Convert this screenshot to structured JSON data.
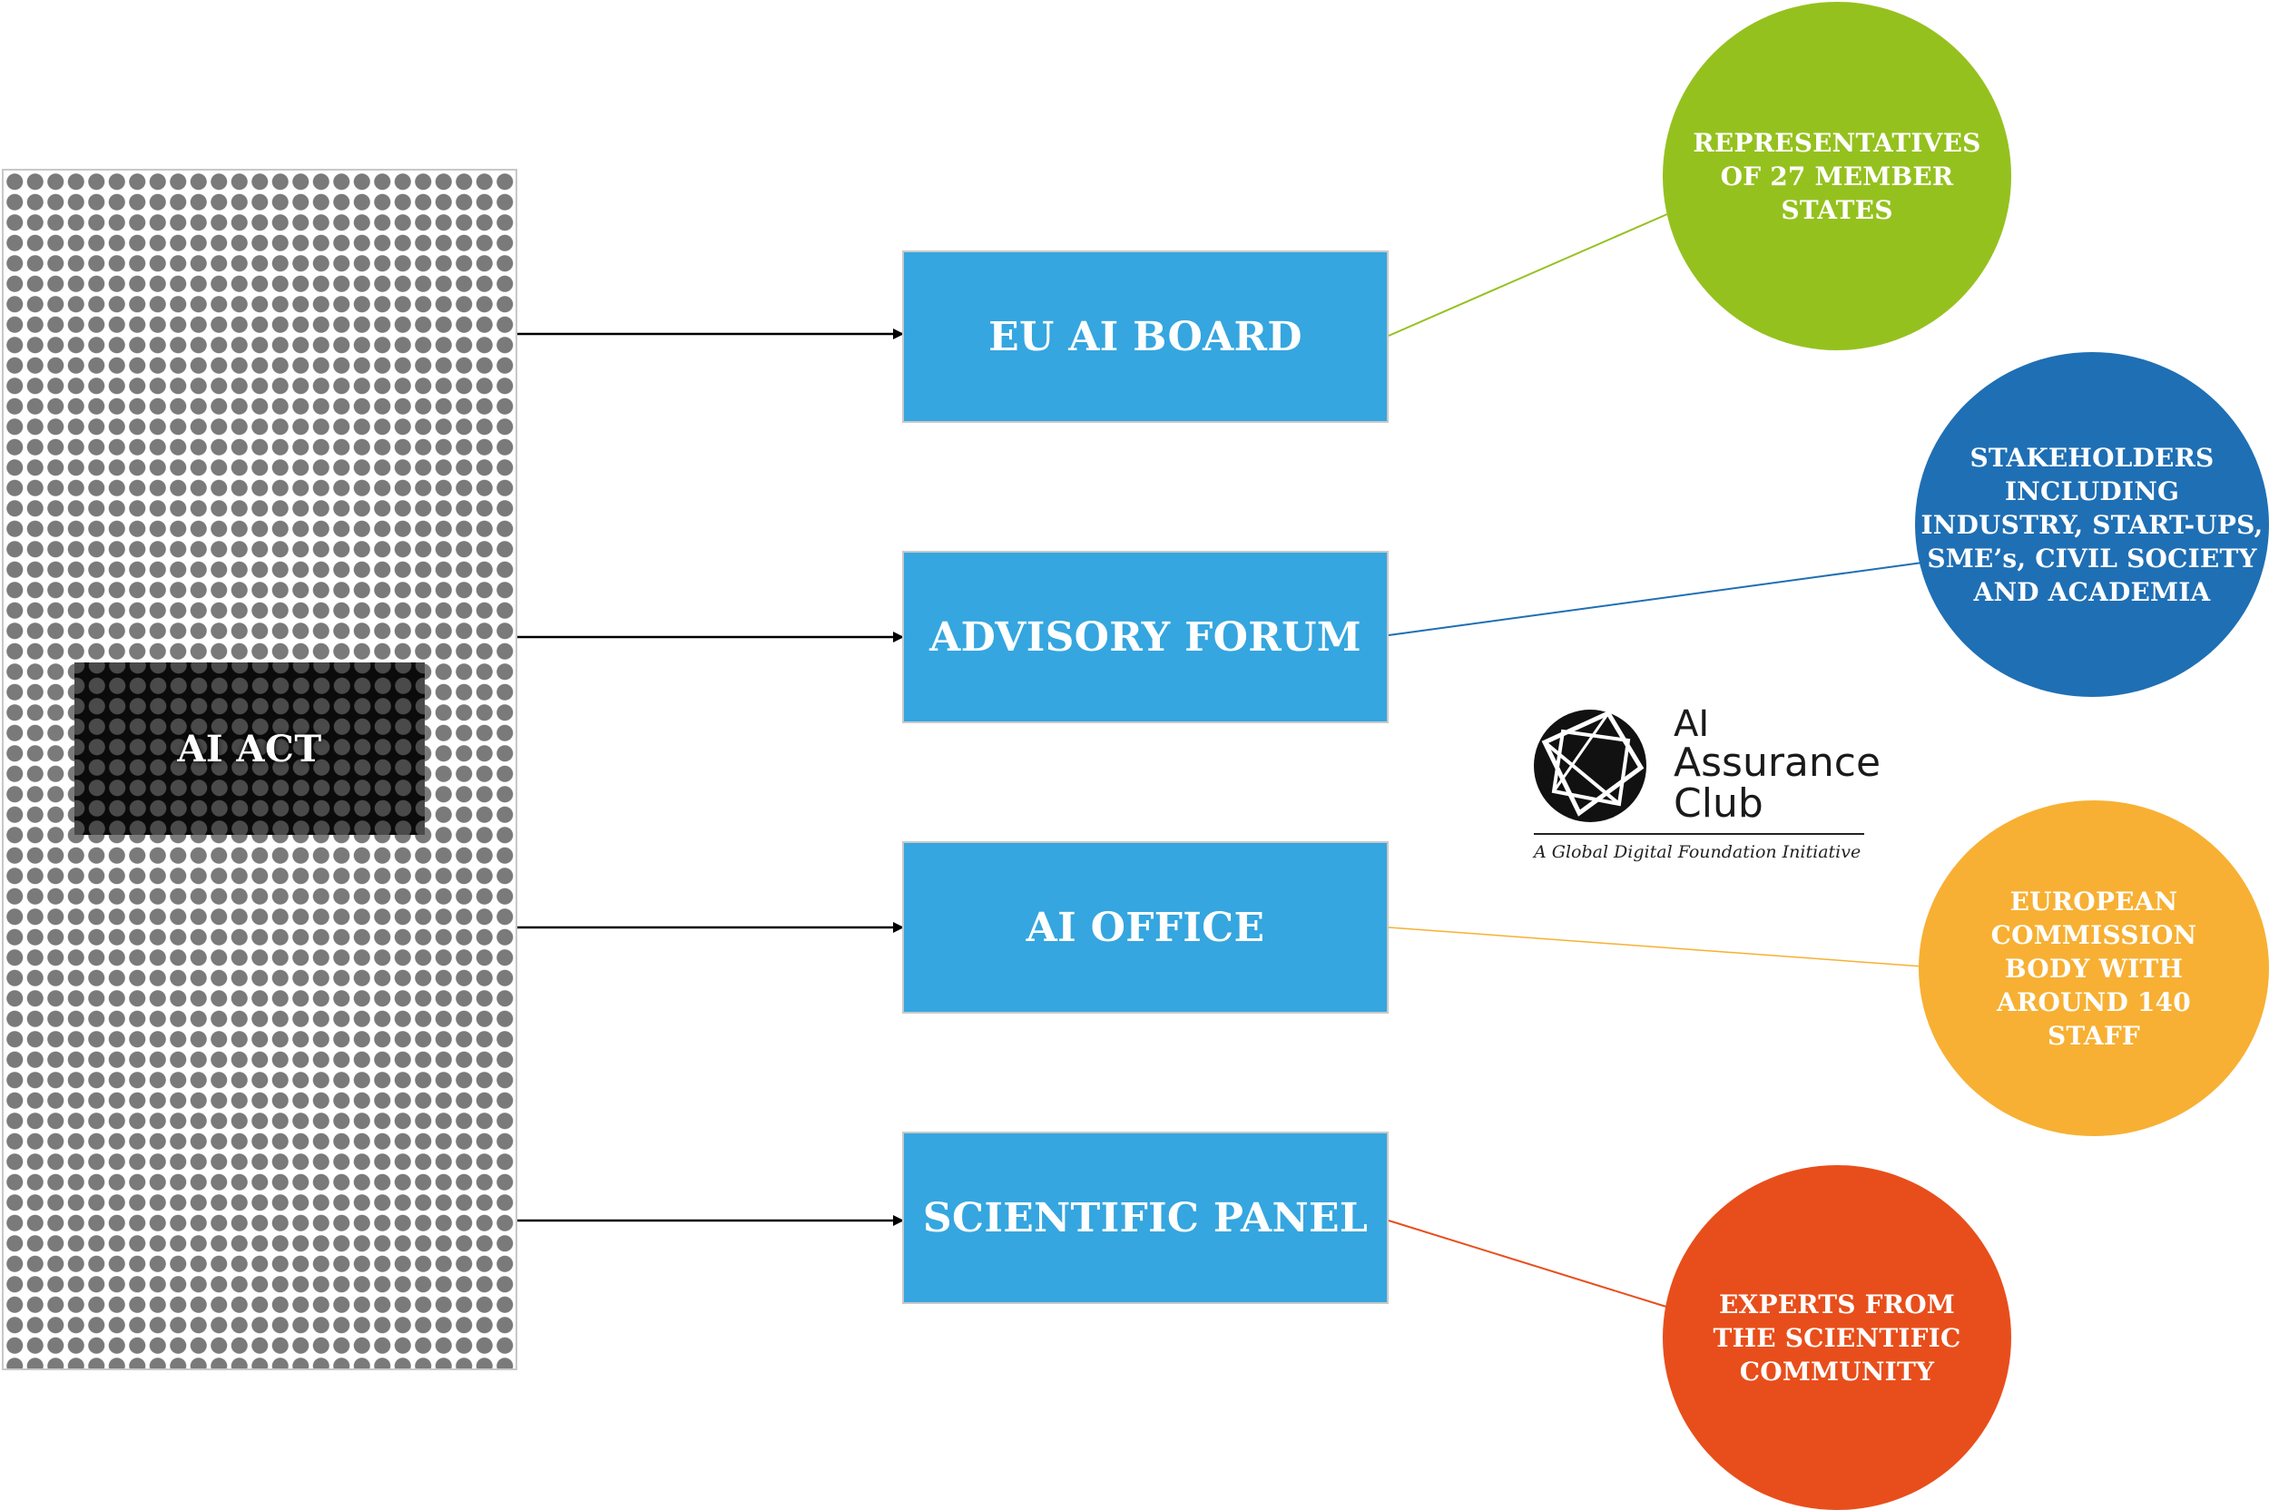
{
  "act": {
    "label": "AI ACT"
  },
  "bodies": [
    {
      "label": "EU AI BOARD"
    },
    {
      "label": "ADVISORY FORUM"
    },
    {
      "label": "AI OFFICE"
    },
    {
      "label": "SCIENTIFIC PANEL"
    }
  ],
  "bubbles": [
    {
      "text": "REPRESENTATIVES\nOF 27 MEMBER\nSTATES",
      "color": "#95c11f"
    },
    {
      "text": "STAKEHOLDERS\nINCLUDING\nINDUSTRY, START-UPS,\nSME’s, CIVIL SOCIETY\nAND ACADEMIA",
      "color": "#1f6fb4"
    },
    {
      "text": "EUROPEAN\nCOMMISSION\nBODY WITH\nAROUND 140\nSTAFF",
      "color": "#f7b033"
    },
    {
      "text": "EXPERTS FROM\nTHE SCIENTIFIC\nCOMMUNITY",
      "color": "#e84e1b"
    }
  ],
  "logo": {
    "line1": "AI",
    "line2": "Assurance",
    "line3": "Club",
    "tagline": "A Global Digital Foundation Initiative"
  },
  "colors": {
    "box": "#35a6df",
    "arrow": "#000000"
  }
}
